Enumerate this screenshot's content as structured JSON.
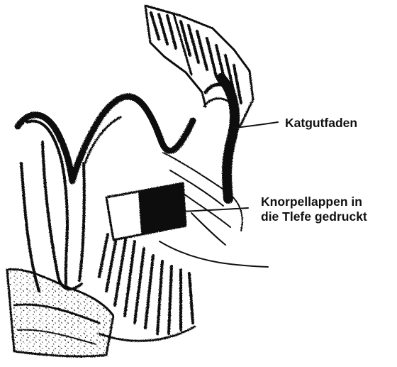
{
  "labels": {
    "katgutfaden": "Katgutfaden",
    "knorpellappen_line1": "Knorpellappen in",
    "knorpellappen_line2": "die Tlefe gedruckt"
  },
  "colors": {
    "ink": "#111111",
    "paper": "#ffffff"
  }
}
